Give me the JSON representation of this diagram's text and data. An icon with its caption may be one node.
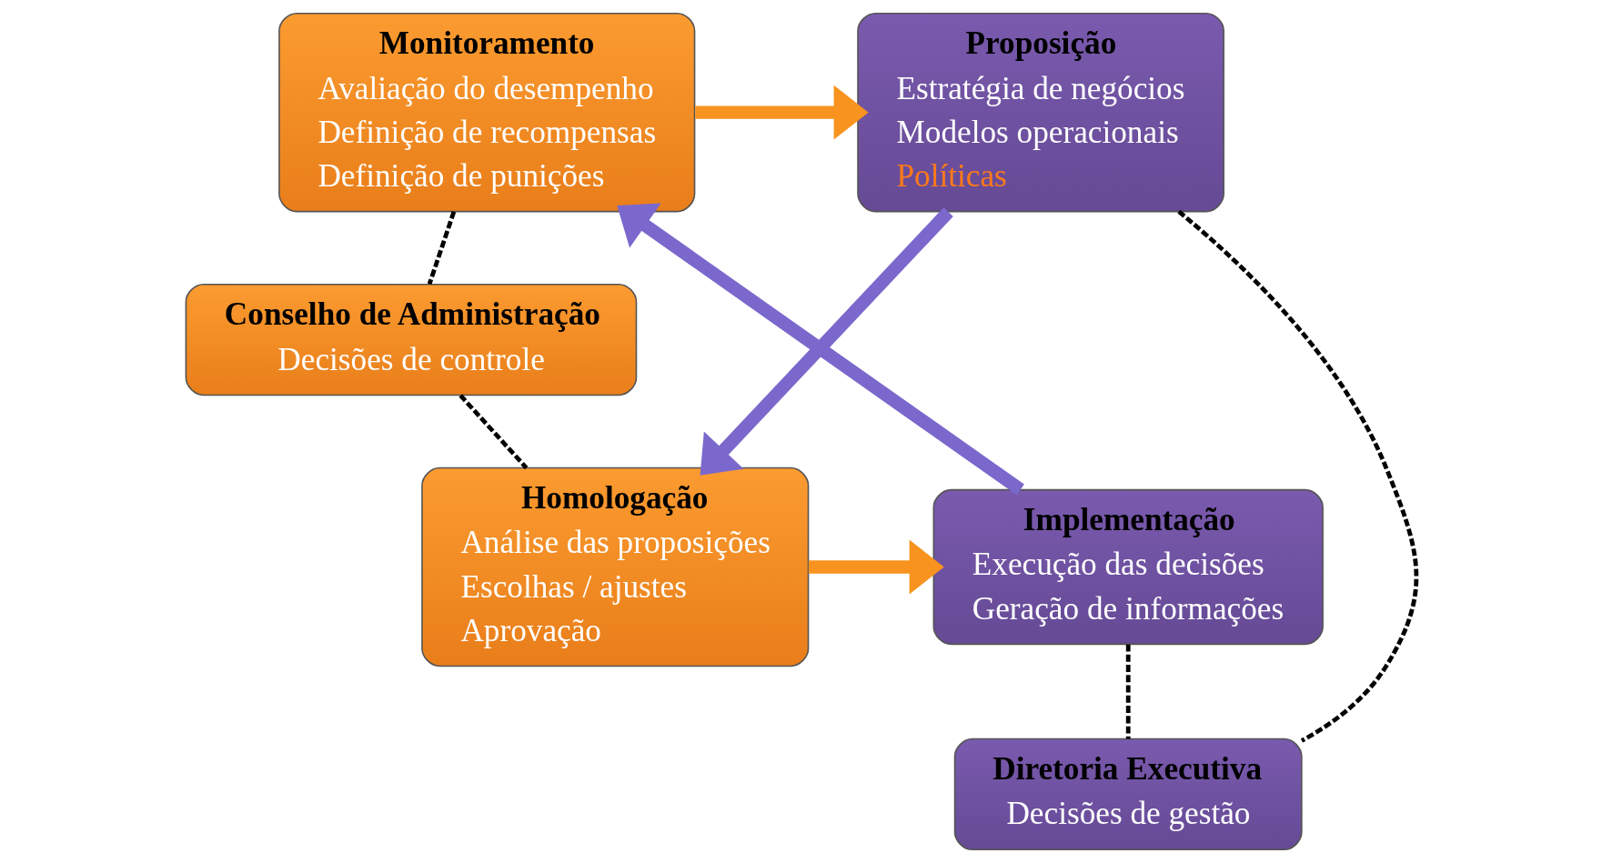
{
  "diagram": {
    "nodes": [
      {
        "text": [
          "Proposição",
          "Estratégia de negócios",
          "Modelos operacionais",
          "Políticas"
        ]
      },
      {
        "text": [
          "Monitoramento",
          "Avaliação do desempenho",
          "Definição de recompensas",
          "Definição de punições"
        ]
      },
      {
        "text": [
          "Conselho de Administração",
          "Decisões de controle"
        ]
      },
      {
        "text": [
          "Homologação",
          "Análise das proposições",
          "Escolhas / ajustes",
          "Aprovação"
        ]
      },
      {
        "text": [
          "Implementação",
          "Execução das decisões",
          "Geração de informações"
        ]
      },
      {
        "text": [
          "Diretoria Executiva",
          "Decisões de gestão"
        ]
      }
    ],
    "edges": [
      {
        "from": 1,
        "to": 0,
        "arrow": "to",
        "style": "thick",
        "color": "#f7931e"
      },
      {
        "from": 0,
        "to": 3,
        "arrow": "to",
        "style": "thick",
        "color": "#7b68cc"
      },
      {
        "from": 3,
        "to": 4,
        "arrow": "to",
        "style": "thick",
        "color": "#f7931e"
      },
      {
        "from": 4,
        "to": 1,
        "arrow": "to",
        "style": "thick",
        "color": "#7b68cc"
      },
      {
        "from": 1,
        "to": 2,
        "arrow": "none",
        "style": "dashed"
      },
      {
        "from": 2,
        "to": 3,
        "arrow": "none",
        "style": "dashed"
      },
      {
        "from": 4,
        "to": 5,
        "arrow": "none",
        "style": "dashed"
      },
      {
        "from": 0,
        "to": 5,
        "arrow": "none",
        "style": "dashed"
      }
    ]
  }
}
